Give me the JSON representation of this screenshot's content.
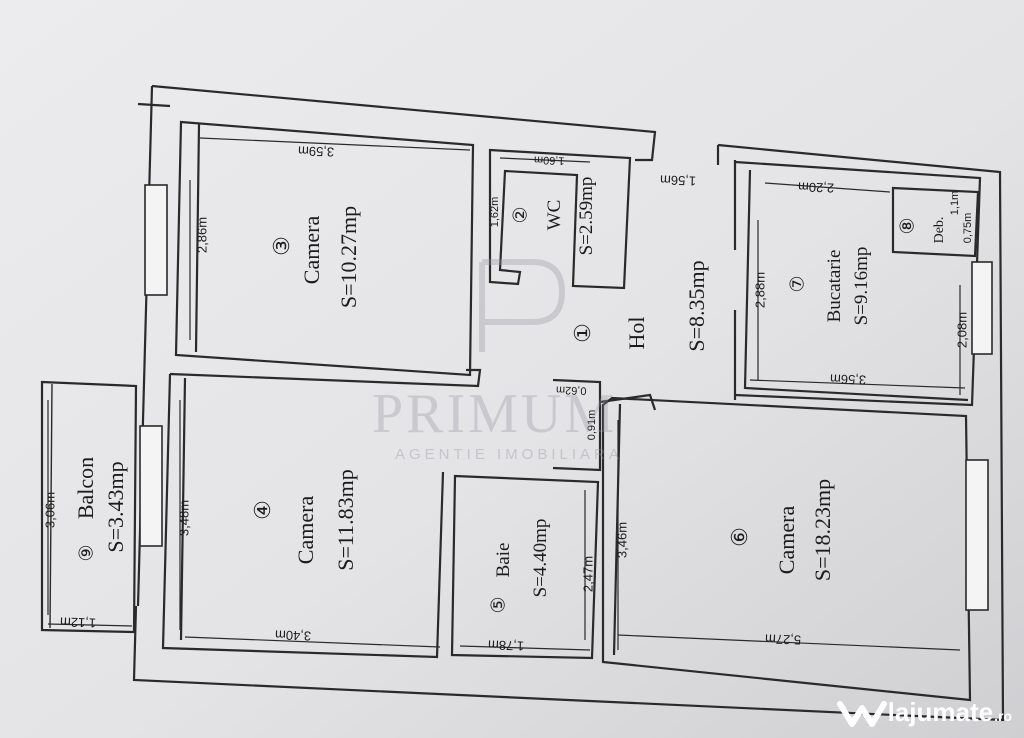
{
  "rooms": [
    {
      "num": "①",
      "name": "Hol",
      "area": "S=8.35mp"
    },
    {
      "num": "②",
      "name": "WC",
      "area": "S=2.59mp"
    },
    {
      "num": "③",
      "name": "Camera",
      "area": "S=10.27mp"
    },
    {
      "num": "④",
      "name": "Camera",
      "area": "S=11.83mp"
    },
    {
      "num": "⑤",
      "name": "Baie",
      "area": "S=4.40mp"
    },
    {
      "num": "⑥",
      "name": "Camera",
      "area": "S=18.23mp"
    },
    {
      "num": "⑦",
      "name": "Bucatarie",
      "area": "S=9.16mp"
    },
    {
      "num": "⑧",
      "name": "Deb.",
      "area": ""
    },
    {
      "num": "⑨",
      "name": "Balcon",
      "area": "S=3.43mp"
    }
  ],
  "dimensions": {
    "camera3_top": "3,59m",
    "camera3_left": "2,86m",
    "wc_top": "1,60m",
    "wc_left": "1,62m",
    "hol_door": "1,56m",
    "kitchen_top": "2,20m",
    "kitchen_left": "2,88m",
    "kitchen_right": "2,08m",
    "kitchen_bottom": "3,56m",
    "deb_top": "1,1m",
    "deb_right": "0,75m",
    "baie_top": "0,62m",
    "baie_top2": "0,91m",
    "baie_right": "2,47m",
    "baie_bottom": "1,78m",
    "camera4_left": "3,48m",
    "camera4_bottom": "3,40m",
    "camera6_left": "3,46m",
    "camera6_bottom": "5,27m",
    "balcon_left": "3,06m",
    "balcon_bottom": "1,12m"
  },
  "watermark": {
    "main": "PRIMUM",
    "sub": "AGENTIE IMOBILIARA"
  },
  "logo": {
    "text": "lajumate",
    "tld": ".ro"
  }
}
